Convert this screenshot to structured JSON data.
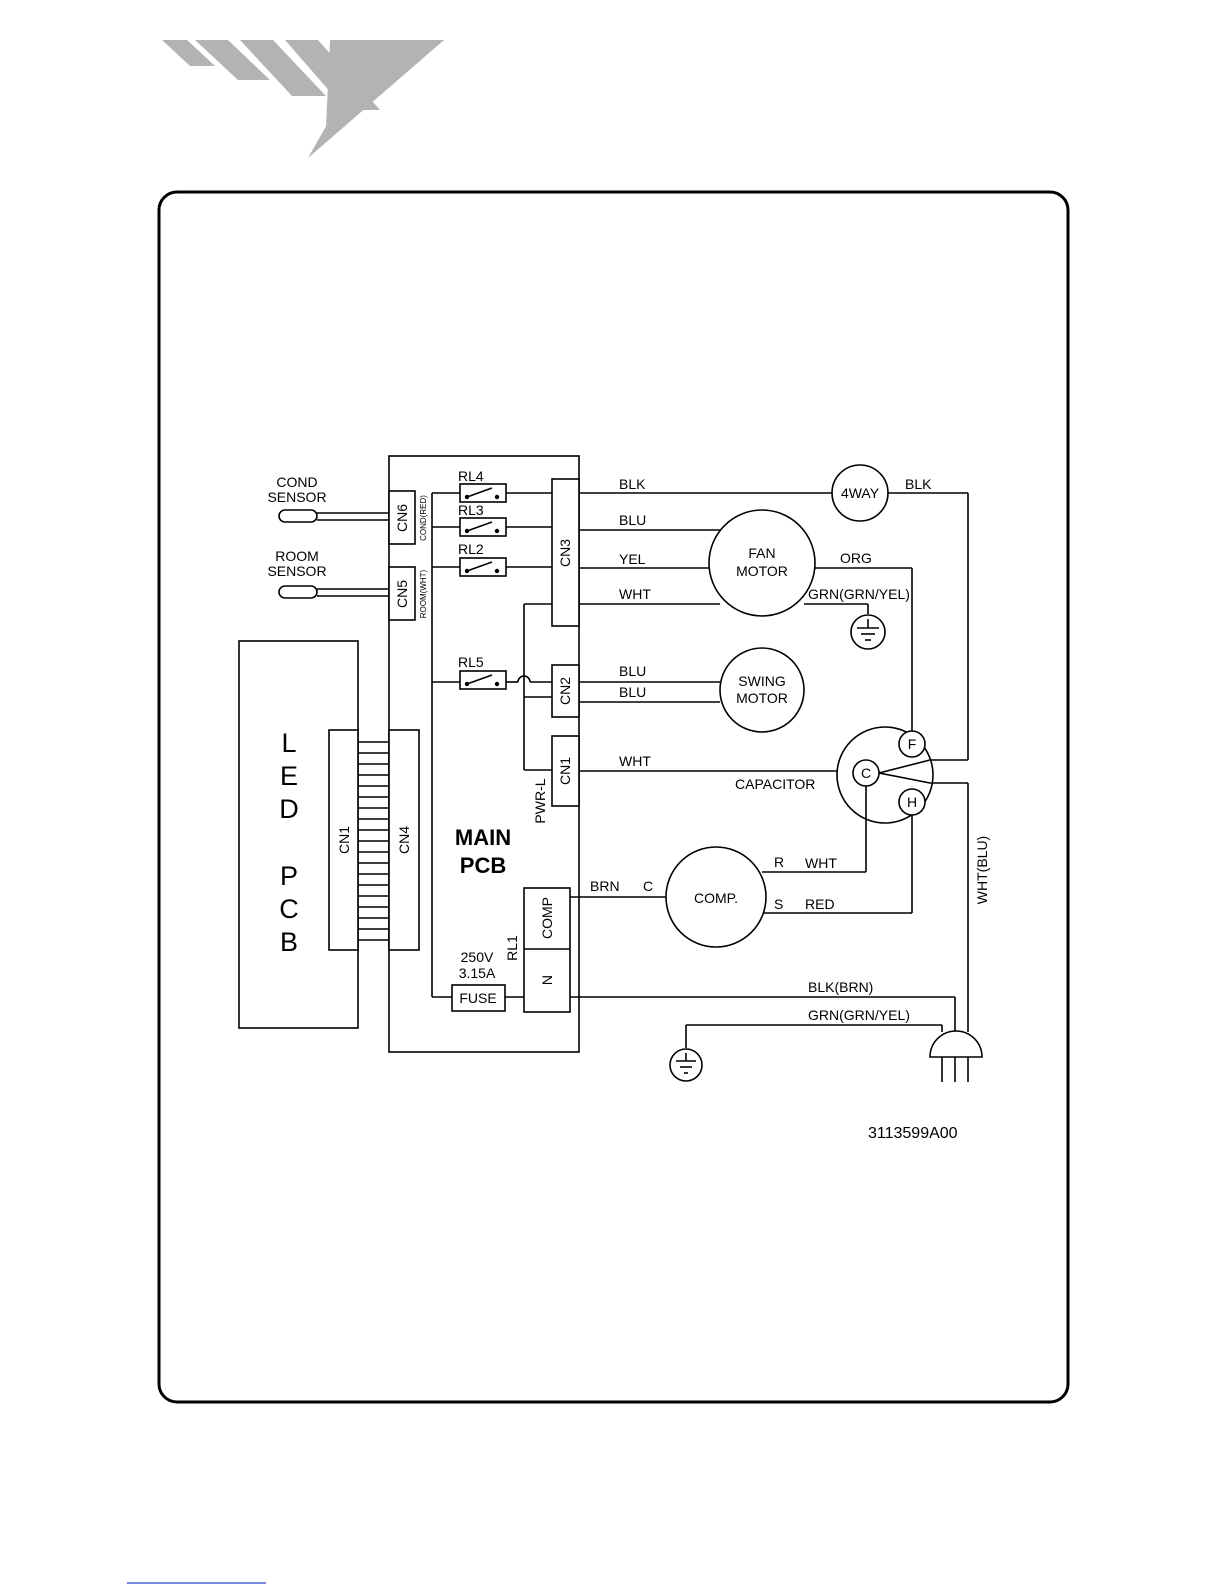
{
  "doc_code": "3113599A00",
  "sensors": {
    "cond": [
      "COND",
      "SENSOR"
    ],
    "room": [
      "ROOM",
      "SENSOR"
    ]
  },
  "connectors": {
    "cn6": "CN6",
    "cn6_note": "COND(RED)",
    "cn5": "CN5",
    "cn5_note": "ROOM(WHT)",
    "cn3": "CN3",
    "cn2": "CN2",
    "cn1": "CN1",
    "cn4": "CN4",
    "pwr_l": "PWR-L",
    "led_cn1": "CN1"
  },
  "relays": {
    "rl4": "RL4",
    "rl3": "RL3",
    "rl2": "RL2",
    "rl5": "RL5",
    "rl1": "RL1"
  },
  "main_pcb": [
    "MAIN",
    "PCB"
  ],
  "led_pcb": [
    "L",
    "E",
    "D",
    "P",
    "C",
    "B"
  ],
  "fuse": {
    "label": "FUSE",
    "rating": [
      "250V",
      "3.15A"
    ]
  },
  "comp_block": {
    "comp": "COMP",
    "n": "N"
  },
  "components": {
    "four_way": "4WAY",
    "fan_motor": [
      "FAN",
      "MOTOR"
    ],
    "swing_motor": [
      "SWING",
      "MOTOR"
    ],
    "capacitor": "CAPACITOR",
    "comp": "COMP.",
    "cap_f": "F",
    "cap_c": "C",
    "cap_h": "H",
    "comp_r": "R",
    "comp_s": "S",
    "comp_c": "C"
  },
  "wires": {
    "blk_4way": "BLK",
    "blk_right": "BLK",
    "blu_fan": "BLU",
    "yel_fan": "YEL",
    "wht_fan": "WHT",
    "org": "ORG",
    "grn_fan": "GRN(GRN/YEL)",
    "blu_swing1": "BLU",
    "blu_swing2": "BLU",
    "wht_cn1": "WHT",
    "wht_r": "WHT",
    "red_s": "RED",
    "brn": "BRN",
    "blk_brn": "BLK(BRN)",
    "grn_grnyel": "GRN(GRN/YEL)",
    "wht_blu": "WHT(BLU)"
  }
}
